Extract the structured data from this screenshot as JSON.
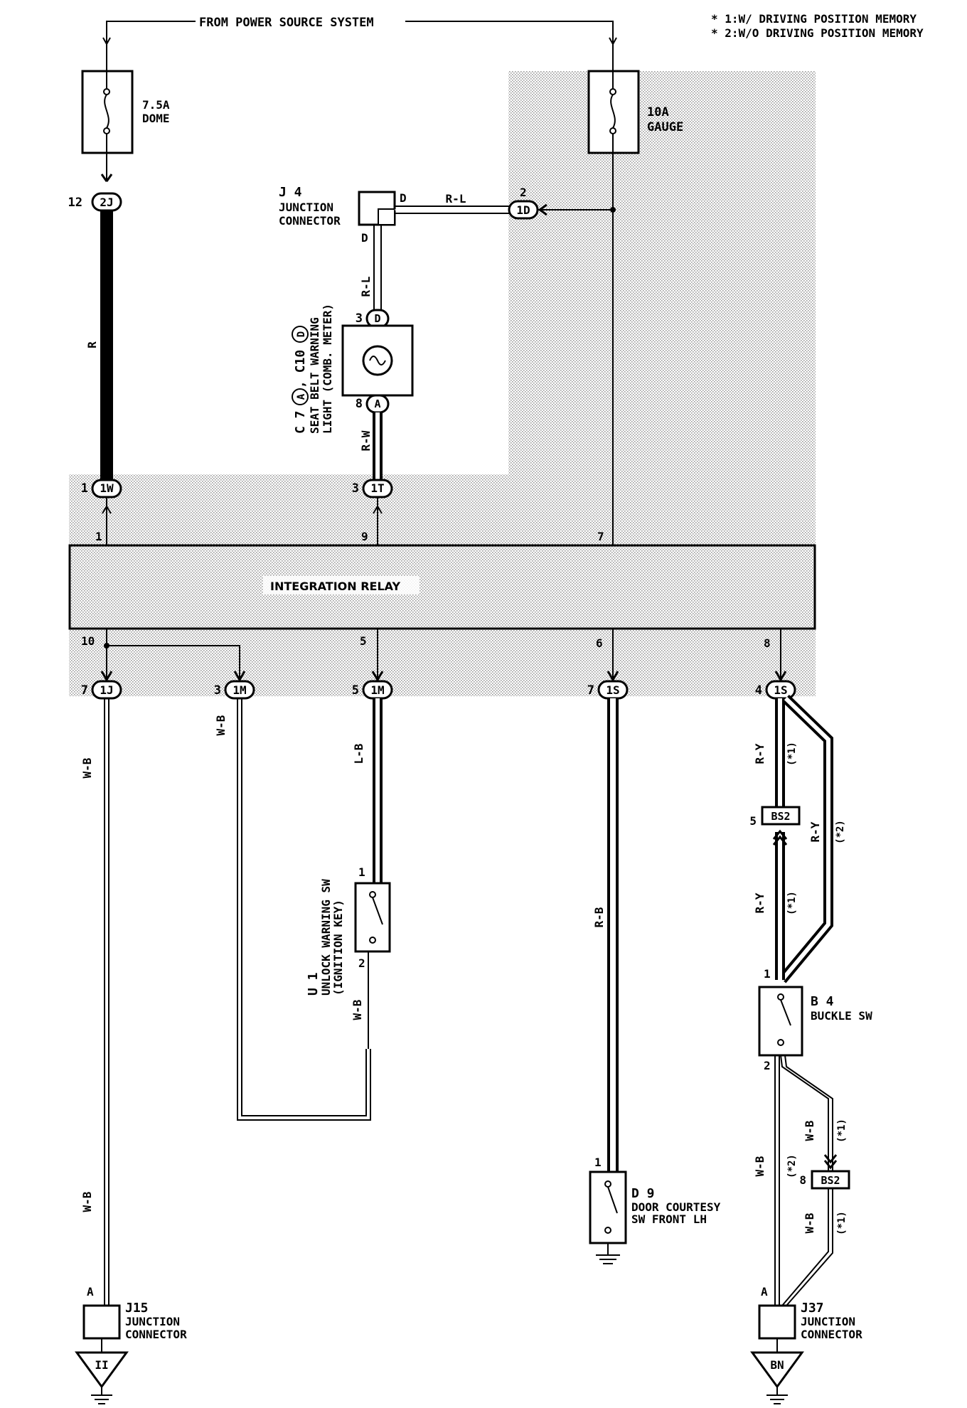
{
  "notes": {
    "note1": "* 1:W/ DRIVING POSITION MEMORY",
    "note2": "* 2:W/O DRIVING POSITION MEMORY"
  },
  "power_source": "FROM POWER SOURCE SYSTEM",
  "fuses": {
    "dome": {
      "amp": "7.5A",
      "name": "DOME"
    },
    "gauge": {
      "amp": "10A",
      "name": "GAUGE"
    }
  },
  "connectors": {
    "c2J": {
      "label": "2J",
      "pin": "12"
    },
    "c1W": {
      "label": "1W",
      "pin": "1"
    },
    "c1D": {
      "label": "1D",
      "pin": "2"
    },
    "c1T": {
      "label": "1T",
      "pin": "3"
    },
    "cD3": {
      "label": "D",
      "pin": "3"
    },
    "cA8": {
      "label": "A",
      "pin": "8"
    },
    "c1J": {
      "label": "1J",
      "pin": "7"
    },
    "c1M_3": {
      "label": "1M",
      "pin": "3"
    },
    "c1M_5": {
      "label": "1M",
      "pin": "5"
    },
    "c1S_7": {
      "label": "1S",
      "pin": "7"
    },
    "c1S_4": {
      "label": "1S",
      "pin": "4"
    }
  },
  "j4": {
    "id": "J 4",
    "l1": "JUNCTION",
    "l2": "CONNECTOR",
    "pin_d1": "D",
    "pin_d2": "D"
  },
  "c7": {
    "id": "C 7",
    "circle_a": "A",
    "mid": ", C10",
    "circle_d": "D",
    "l1": "SEAT BELT WARNING",
    "l2": "LIGHT (COMB. METER)"
  },
  "relay": {
    "name": "INTEGRATION RELAY",
    "top_pins": [
      "1",
      "9",
      "7"
    ],
    "bottom_pins": [
      "10",
      "5",
      "6",
      "8"
    ]
  },
  "wires": {
    "r": "R",
    "rl_h": "R-L",
    "rl_v": "R-L",
    "rw": "R-W",
    "wb1": "W-B",
    "wb2": "W-B",
    "wb_m": "W-B",
    "lb": "L-B",
    "wb_u": "W-B",
    "rb": "R-B",
    "ry1": "R-Y",
    "ry2": "R-Y",
    "ry3": "R-Y",
    "wb_b1": "W-B",
    "wb_b2": "W-B",
    "wb_b3": "W-B"
  },
  "u1": {
    "id": "U 1",
    "l1": "UNLOCK WARNING SW",
    "l2": "(IGNITION KEY)",
    "pin1": "1",
    "pin2": "2"
  },
  "d9": {
    "id": "D 9",
    "l1": "DOOR COURTESY",
    "l2": "SW FRONT LH",
    "pin1": "1"
  },
  "b4": {
    "id": "B 4",
    "l1": "BUCKLE SW",
    "pin1": "1",
    "pin2": "2"
  },
  "bs2_top": {
    "label": "BS2",
    "pin": "5"
  },
  "bs2_bot": {
    "label": "BS2",
    "pin": "8"
  },
  "j15": {
    "id": "J15",
    "l1": "JUNCTION",
    "l2": "CONNECTOR",
    "pin": "A",
    "ground": "II"
  },
  "j37": {
    "id": "J37",
    "l1": "JUNCTION",
    "l2": "CONNECTOR",
    "pin": "A",
    "ground": "BN"
  },
  "tags": {
    "s1a": "(*1)",
    "s2a": "(*2)",
    "s1b": "(*1)",
    "s1c": "(*1)",
    "s2b": "(*2)",
    "s1d": "(*1)"
  }
}
